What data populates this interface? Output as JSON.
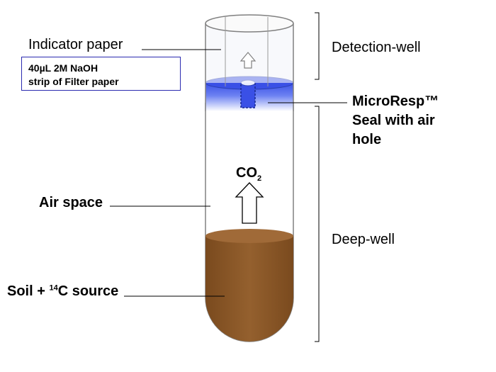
{
  "labels": {
    "indicator_paper": "Indicator paper",
    "indicator_detail_line1": "40µL 2M NaOH",
    "indicator_detail_line2": "strip of Filter paper",
    "detection_well": "Detection-well",
    "seal_line1": "MicroResp™",
    "seal_line2": "Seal with air",
    "seal_line3": "hole",
    "co2_main": "CO",
    "co2_sub": "2",
    "air_space": "Air space",
    "deep_well": "Deep-well",
    "soil_prefix": "Soil + ",
    "soil_sup": "14",
    "soil_suffix": "C source"
  },
  "colors": {
    "soil": "#8b5a2b",
    "seal": "#4a5ee8",
    "tube_outline": "#808080",
    "indicator_box_border": "#2a2ab0"
  }
}
